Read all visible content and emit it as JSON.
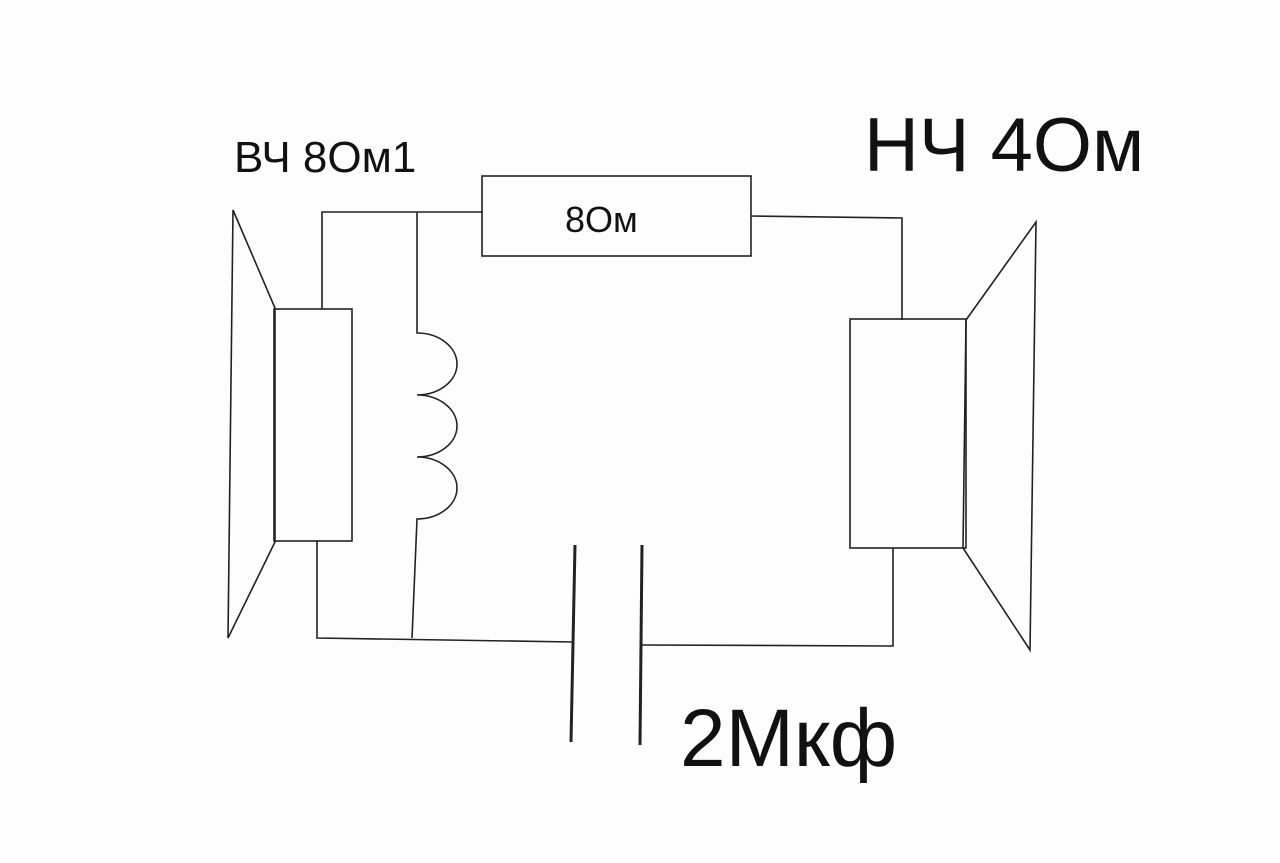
{
  "labels": {
    "tweeter": "ВЧ 8Ом1",
    "resistor": "8Ом",
    "woofer": "НЧ 4Ом",
    "capacitor": "2Мкф"
  },
  "colors": {
    "line": "#222222",
    "background": "#fdfdfd"
  }
}
